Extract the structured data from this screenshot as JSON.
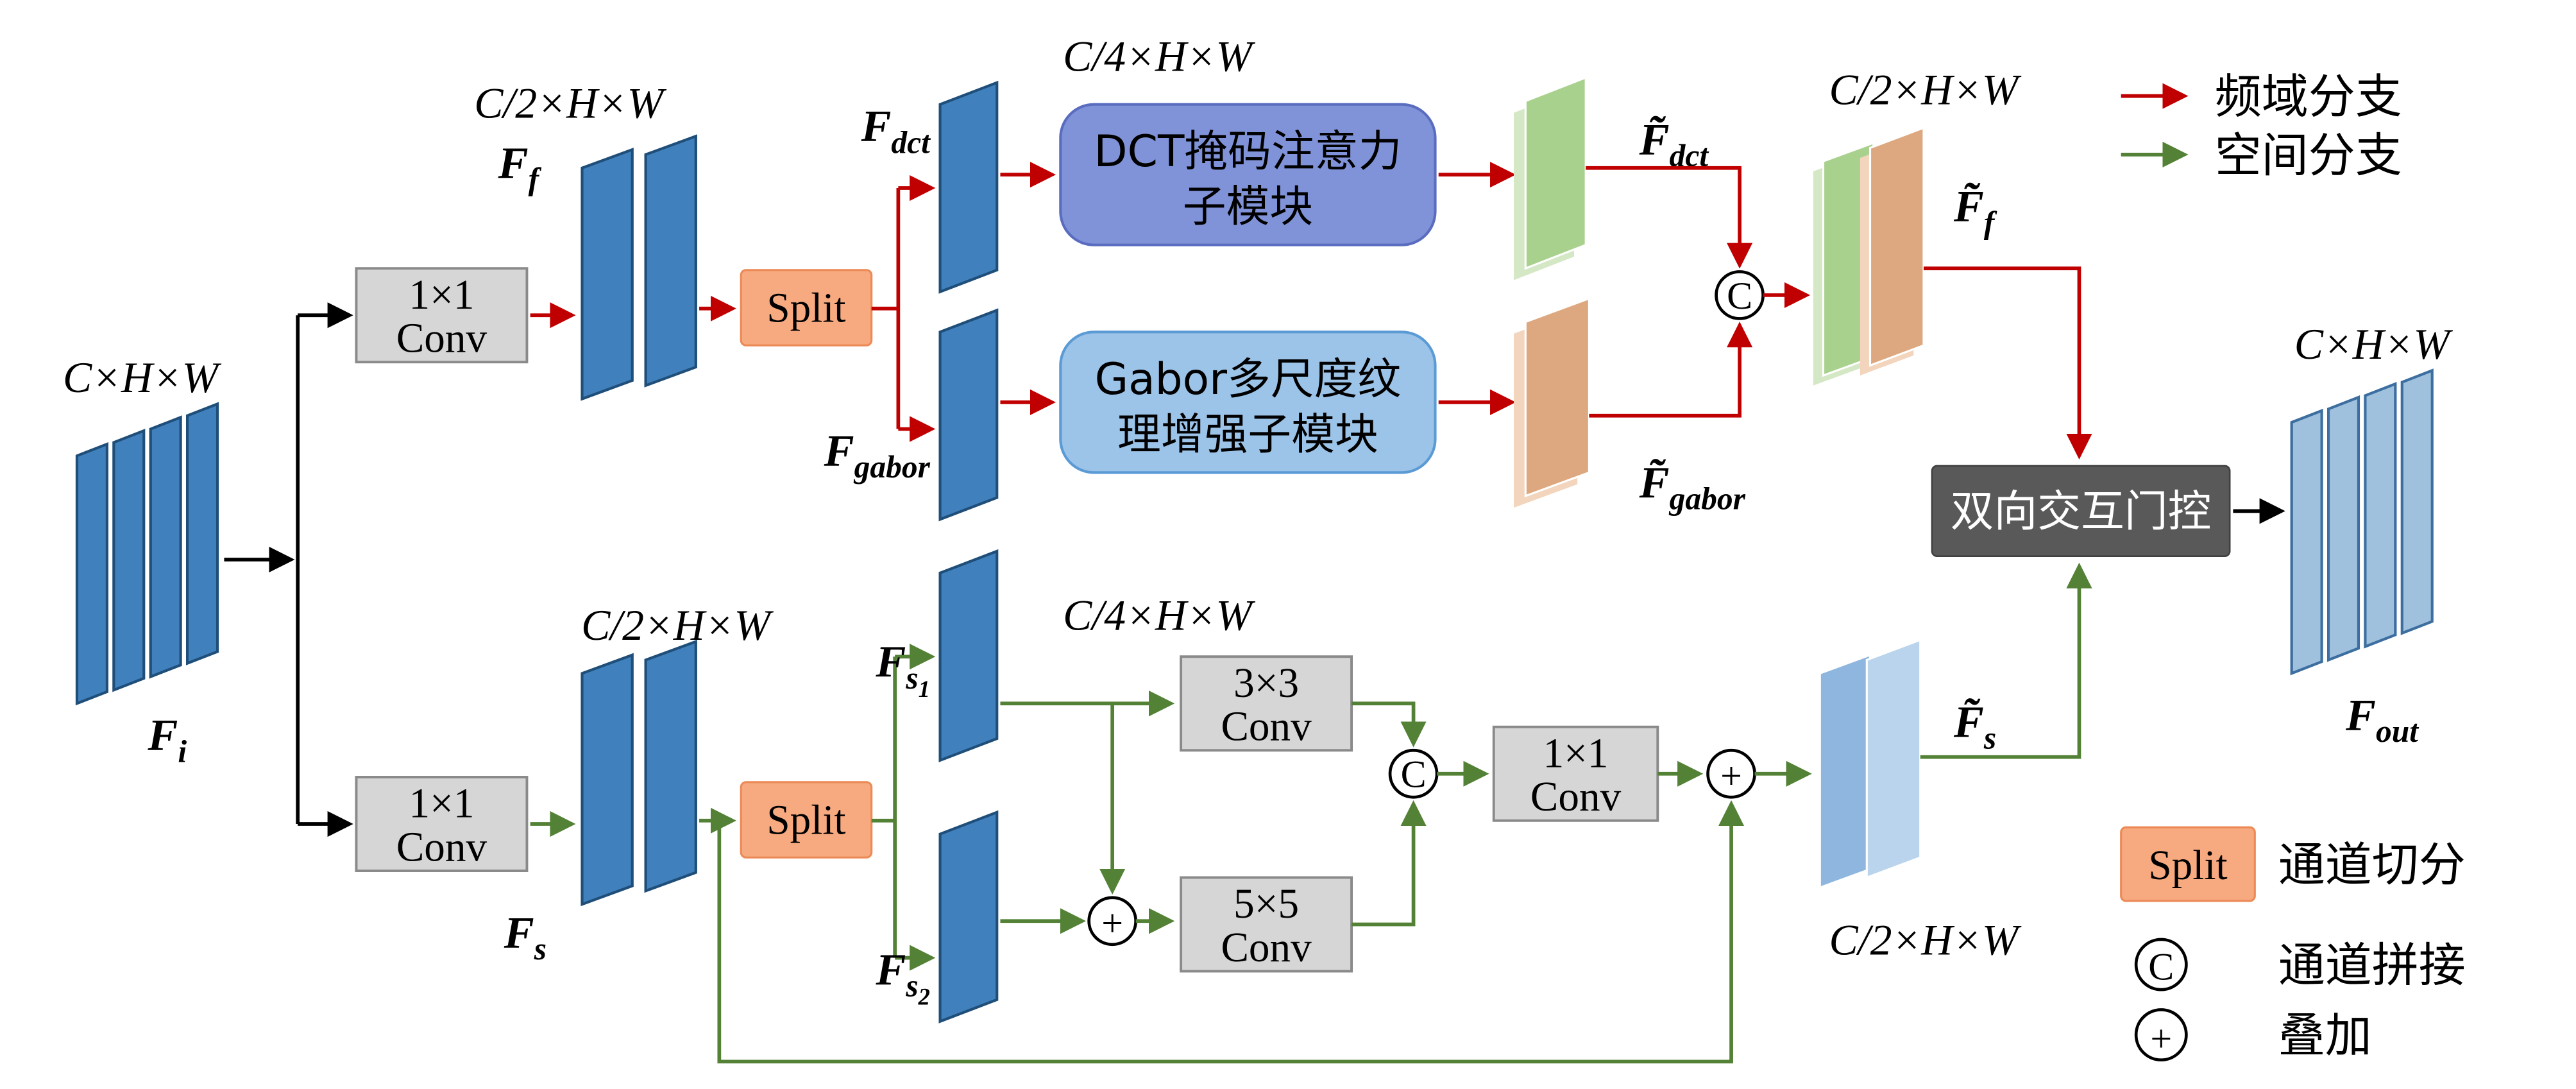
{
  "io": {
    "input": {
      "dims": "C×H×W",
      "base": "F",
      "sub": "i"
    },
    "output": {
      "dims": "C×H×W",
      "base": "F",
      "sub": "out"
    }
  },
  "freq": {
    "conv_in": {
      "line1": "1×1",
      "line2": "Conv"
    },
    "f_f": {
      "base": "F",
      "sub": "f",
      "dims": "C/2×H×W"
    },
    "split_label": "Split",
    "f_dct": {
      "base": "F",
      "sub": "dct",
      "dims": "C/4×H×W"
    },
    "f_gabor": {
      "base": "F",
      "sub": "gabor"
    },
    "dct_module": {
      "line1": "DCT掩码注意力",
      "line2": "子模块"
    },
    "gabor_module": {
      "line1": "Gabor多尺度纹",
      "line2": "理增强子模块"
    },
    "f_dct_t": {
      "base": "F̃",
      "sub": "dct"
    },
    "f_gabor_t": {
      "base": "F̃",
      "sub": "gabor"
    },
    "concat_symbol": "C",
    "f_f_t": {
      "base": "F̃",
      "sub": "f",
      "dims": "C/2×H×W"
    }
  },
  "spatial": {
    "conv_in": {
      "line1": "1×1",
      "line2": "Conv"
    },
    "f_s": {
      "base": "F",
      "sub": "s",
      "dims": "C/2×H×W"
    },
    "split_label": "Split",
    "f_s1": {
      "base": "F",
      "sub": "s",
      "subsub": "1",
      "dims": "C/4×H×W"
    },
    "f_s2": {
      "base": "F",
      "sub": "s",
      "subsub": "2"
    },
    "conv3": {
      "line1": "3×3",
      "line2": "Conv"
    },
    "conv5": {
      "line1": "5×5",
      "line2": "Conv"
    },
    "add1_symbol": "+",
    "concat_symbol": "C",
    "conv_fuse": {
      "line1": "1×1",
      "line2": "Conv"
    },
    "add2_symbol": "+",
    "f_s_t": {
      "base": "F̃",
      "sub": "s",
      "dims": "C/2×H×W"
    }
  },
  "fusion": {
    "gate_label": "双向交互门控"
  },
  "legend": {
    "frequency_branch": "频域分支",
    "spatial_branch": "空间分支",
    "split": {
      "label": "Split",
      "desc": "通道切分"
    },
    "concat": {
      "symbol": "C",
      "desc": "通道拼接"
    },
    "add": {
      "symbol": "+",
      "desc": "叠加"
    }
  },
  "colors": {
    "frequency_arrow": "#c00000",
    "spatial_arrow": "#538135",
    "feature_blue": "#4081bd",
    "feature_steel_blue": "#9fc1de",
    "feature_green": "#a9d18e",
    "feature_orange": "#dda87f",
    "conv_box": "#d6d6d6",
    "split_box": "#f7a97f",
    "dct_box": "#8093d8",
    "gabor_box": "#9cc3e8",
    "gate_box": "#595959"
  }
}
